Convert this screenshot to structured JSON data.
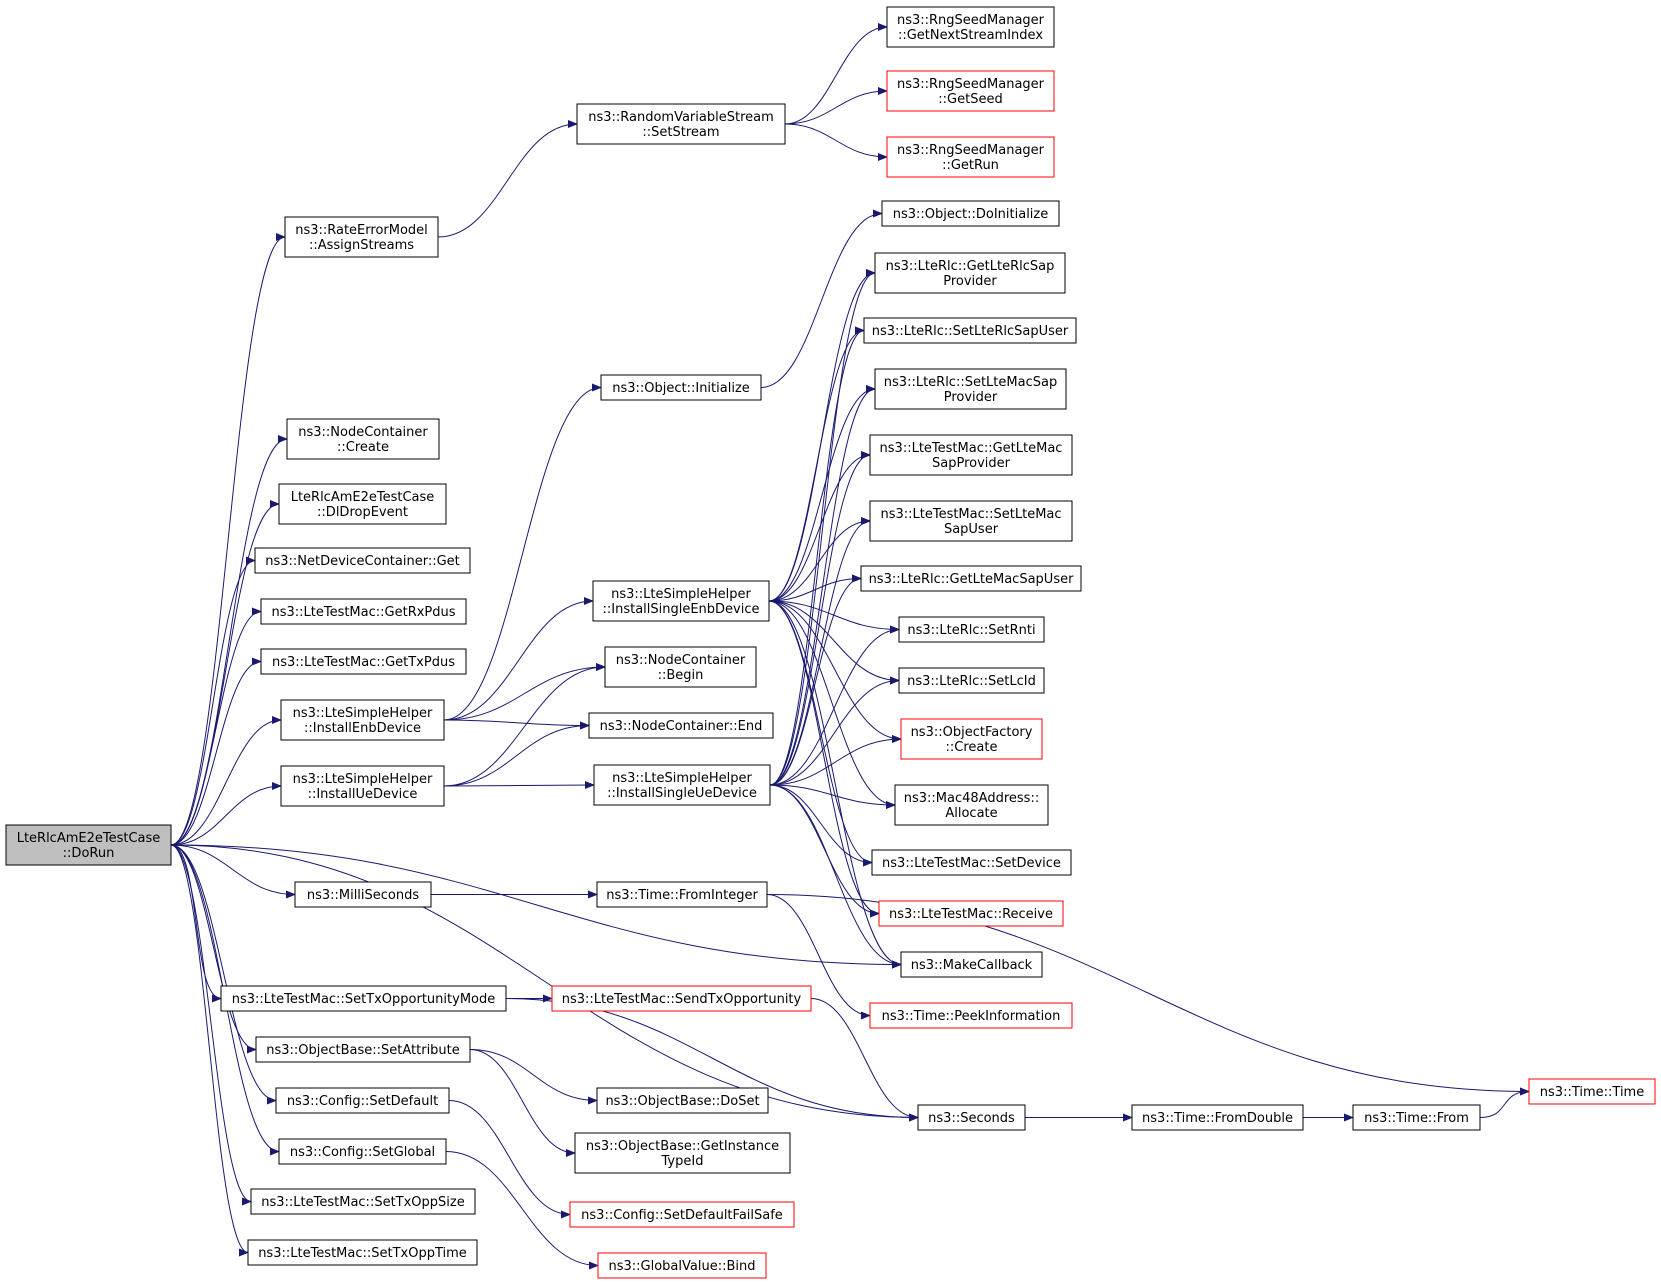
{
  "graph": {
    "edge_color": "#191970",
    "nodes": [
      {
        "id": "dorun",
        "lines": [
          "LteRlcAmE2eTestCase",
          "::DoRun"
        ],
        "style": "root"
      },
      {
        "id": "rem_assign",
        "lines": [
          "ns3::RateErrorModel",
          "::AssignStreams"
        ],
        "style": "normal"
      },
      {
        "id": "rvs_setstream",
        "lines": [
          "ns3::RandomVariableStream",
          "::SetStream"
        ],
        "style": "normal"
      },
      {
        "id": "rng_nextstream",
        "lines": [
          "ns3::RngSeedManager",
          "::GetNextStreamIndex"
        ],
        "style": "normal"
      },
      {
        "id": "rng_getseed",
        "lines": [
          "ns3::RngSeedManager",
          "::GetSeed"
        ],
        "style": "truncated"
      },
      {
        "id": "rng_getrun",
        "lines": [
          "ns3::RngSeedManager",
          "::GetRun"
        ],
        "style": "truncated"
      },
      {
        "id": "nc_create",
        "lines": [
          "ns3::NodeContainer",
          "::Create"
        ],
        "style": "normal"
      },
      {
        "id": "dldrop",
        "lines": [
          "LteRlcAmE2eTestCase",
          "::DlDropEvent"
        ],
        "style": "normal"
      },
      {
        "id": "ndc_get",
        "lines": [
          "ns3::NetDeviceContainer::Get"
        ],
        "style": "normal"
      },
      {
        "id": "getrxpdus",
        "lines": [
          "ns3::LteTestMac::GetRxPdus"
        ],
        "style": "normal"
      },
      {
        "id": "gettxpdus",
        "lines": [
          "ns3::LteTestMac::GetTxPdus"
        ],
        "style": "normal"
      },
      {
        "id": "install_enb",
        "lines": [
          "ns3::LteSimpleHelper",
          "::InstallEnbDevice"
        ],
        "style": "normal"
      },
      {
        "id": "install_ue",
        "lines": [
          "ns3::LteSimpleHelper",
          "::InstallUeDevice"
        ],
        "style": "normal"
      },
      {
        "id": "millis",
        "lines": [
          "ns3::MilliSeconds"
        ],
        "style": "normal"
      },
      {
        "id": "settxoppmode",
        "lines": [
          "ns3::LteTestMac::SetTxOpportunityMode"
        ],
        "style": "normal"
      },
      {
        "id": "setattr",
        "lines": [
          "ns3::ObjectBase::SetAttribute"
        ],
        "style": "normal"
      },
      {
        "id": "cfg_setdefault",
        "lines": [
          "ns3::Config::SetDefault"
        ],
        "style": "normal"
      },
      {
        "id": "cfg_setglobal",
        "lines": [
          "ns3::Config::SetGlobal"
        ],
        "style": "normal"
      },
      {
        "id": "settxoppsize",
        "lines": [
          "ns3::LteTestMac::SetTxOppSize"
        ],
        "style": "normal"
      },
      {
        "id": "settxopptime",
        "lines": [
          "ns3::LteTestMac::SetTxOppTime"
        ],
        "style": "normal"
      },
      {
        "id": "obj_init",
        "lines": [
          "ns3::Object::Initialize"
        ],
        "style": "normal"
      },
      {
        "id": "install_single_enb",
        "lines": [
          "ns3::LteSimpleHelper",
          "::InstallSingleEnbDevice"
        ],
        "style": "normal"
      },
      {
        "id": "nc_begin",
        "lines": [
          "ns3::NodeContainer",
          "::Begin"
        ],
        "style": "normal"
      },
      {
        "id": "nc_end",
        "lines": [
          "ns3::NodeContainer::End"
        ],
        "style": "normal"
      },
      {
        "id": "install_single_ue",
        "lines": [
          "ns3::LteSimpleHelper",
          "::InstallSingleUeDevice"
        ],
        "style": "normal"
      },
      {
        "id": "time_fromint",
        "lines": [
          "ns3::Time::FromInteger"
        ],
        "style": "normal"
      },
      {
        "id": "sendtxopp",
        "lines": [
          "ns3::LteTestMac::SendTxOpportunity"
        ],
        "style": "truncated"
      },
      {
        "id": "ob_doset",
        "lines": [
          "ns3::ObjectBase::DoSet"
        ],
        "style": "normal"
      },
      {
        "id": "ob_getinst",
        "lines": [
          "ns3::ObjectBase::GetInstance",
          "TypeId"
        ],
        "style": "normal"
      },
      {
        "id": "cfg_failsafe",
        "lines": [
          "ns3::Config::SetDefaultFailSafe"
        ],
        "style": "truncated"
      },
      {
        "id": "gv_bind",
        "lines": [
          "ns3::GlobalValue::Bind"
        ],
        "style": "truncated"
      },
      {
        "id": "obj_doinit",
        "lines": [
          "ns3::Object::DoInitialize"
        ],
        "style": "normal"
      },
      {
        "id": "getlterlcsap",
        "lines": [
          "ns3::LteRlc::GetLteRlcSap",
          "Provider"
        ],
        "style": "normal"
      },
      {
        "id": "setlterlcsapuser",
        "lines": [
          "ns3::LteRlc::SetLteRlcSapUser"
        ],
        "style": "normal"
      },
      {
        "id": "setltemacsap",
        "lines": [
          "ns3::LteRlc::SetLteMacSap",
          "Provider"
        ],
        "style": "normal"
      },
      {
        "id": "tm_getltemac",
        "lines": [
          "ns3::LteTestMac::GetLteMac",
          "SapProvider"
        ],
        "style": "normal"
      },
      {
        "id": "tm_setltemac",
        "lines": [
          "ns3::LteTestMac::SetLteMac",
          "SapUser"
        ],
        "style": "normal"
      },
      {
        "id": "getltemacsapuser",
        "lines": [
          "ns3::LteRlc::GetLteMacSapUser"
        ],
        "style": "normal"
      },
      {
        "id": "setrnti",
        "lines": [
          "ns3::LteRlc::SetRnti"
        ],
        "style": "normal"
      },
      {
        "id": "setlcid",
        "lines": [
          "ns3::LteRlc::SetLcId"
        ],
        "style": "normal"
      },
      {
        "id": "of_create",
        "lines": [
          "ns3::ObjectFactory",
          "::Create"
        ],
        "style": "truncated"
      },
      {
        "id": "mac48",
        "lines": [
          "ns3::Mac48Address::",
          "Allocate"
        ],
        "style": "normal"
      },
      {
        "id": "tm_setdevice",
        "lines": [
          "ns3::LteTestMac::SetDevice"
        ],
        "style": "normal"
      },
      {
        "id": "tm_receive",
        "lines": [
          "ns3::LteTestMac::Receive"
        ],
        "style": "truncated"
      },
      {
        "id": "makecallback",
        "lines": [
          "ns3::MakeCallback"
        ],
        "style": "normal"
      },
      {
        "id": "time_peek",
        "lines": [
          "ns3::Time::PeekInformation"
        ],
        "style": "truncated"
      },
      {
        "id": "seconds",
        "lines": [
          "ns3::Seconds"
        ],
        "style": "normal"
      },
      {
        "id": "time_fromdouble",
        "lines": [
          "ns3::Time::FromDouble"
        ],
        "style": "normal"
      },
      {
        "id": "time_from",
        "lines": [
          "ns3::Time::From"
        ],
        "style": "normal"
      },
      {
        "id": "time_time",
        "lines": [
          "ns3::Time::Time"
        ],
        "style": "truncated"
      }
    ],
    "edges": [
      [
        "dorun",
        "rem_assign"
      ],
      [
        "dorun",
        "nc_create"
      ],
      [
        "dorun",
        "dldrop"
      ],
      [
        "dorun",
        "ndc_get"
      ],
      [
        "dorun",
        "getrxpdus"
      ],
      [
        "dorun",
        "gettxpdus"
      ],
      [
        "dorun",
        "install_enb"
      ],
      [
        "dorun",
        "install_ue"
      ],
      [
        "dorun",
        "makecallback"
      ],
      [
        "dorun",
        "millis"
      ],
      [
        "dorun",
        "seconds"
      ],
      [
        "dorun",
        "settxoppmode"
      ],
      [
        "dorun",
        "setattr"
      ],
      [
        "dorun",
        "cfg_setdefault"
      ],
      [
        "dorun",
        "cfg_setglobal"
      ],
      [
        "dorun",
        "settxoppsize"
      ],
      [
        "dorun",
        "settxopptime"
      ],
      [
        "rem_assign",
        "rvs_setstream"
      ],
      [
        "rvs_setstream",
        "rng_nextstream"
      ],
      [
        "rvs_setstream",
        "rng_getseed"
      ],
      [
        "rvs_setstream",
        "rng_getrun"
      ],
      [
        "install_enb",
        "obj_init"
      ],
      [
        "install_enb",
        "install_single_enb"
      ],
      [
        "install_enb",
        "nc_begin"
      ],
      [
        "install_enb",
        "nc_end"
      ],
      [
        "install_ue",
        "nc_begin"
      ],
      [
        "install_ue",
        "nc_end"
      ],
      [
        "install_ue",
        "install_single_ue"
      ],
      [
        "obj_init",
        "obj_doinit"
      ],
      [
        "install_single_enb",
        "getlterlcsap"
      ],
      [
        "install_single_enb",
        "setlterlcsapuser"
      ],
      [
        "install_single_enb",
        "setltemacsap"
      ],
      [
        "install_single_enb",
        "tm_getltemac"
      ],
      [
        "install_single_enb",
        "tm_setltemac"
      ],
      [
        "install_single_enb",
        "getltemacsapuser"
      ],
      [
        "install_single_enb",
        "setrnti"
      ],
      [
        "install_single_enb",
        "setlcid"
      ],
      [
        "install_single_enb",
        "of_create"
      ],
      [
        "install_single_enb",
        "mac48"
      ],
      [
        "install_single_enb",
        "tm_setdevice"
      ],
      [
        "install_single_enb",
        "tm_receive"
      ],
      [
        "install_single_enb",
        "makecallback"
      ],
      [
        "install_single_ue",
        "getlterlcsap"
      ],
      [
        "install_single_ue",
        "setlterlcsapuser"
      ],
      [
        "install_single_ue",
        "setltemacsap"
      ],
      [
        "install_single_ue",
        "tm_getltemac"
      ],
      [
        "install_single_ue",
        "tm_setltemac"
      ],
      [
        "install_single_ue",
        "getltemacsapuser"
      ],
      [
        "install_single_ue",
        "setrnti"
      ],
      [
        "install_single_ue",
        "setlcid"
      ],
      [
        "install_single_ue",
        "of_create"
      ],
      [
        "install_single_ue",
        "mac48"
      ],
      [
        "install_single_ue",
        "tm_setdevice"
      ],
      [
        "install_single_ue",
        "tm_receive"
      ],
      [
        "install_single_ue",
        "makecallback"
      ],
      [
        "millis",
        "time_fromint"
      ],
      [
        "time_fromint",
        "time_peek"
      ],
      [
        "time_fromint",
        "time_time"
      ],
      [
        "settxoppmode",
        "sendtxopp"
      ],
      [
        "settxoppmode",
        "seconds"
      ],
      [
        "sendtxopp",
        "seconds"
      ],
      [
        "setattr",
        "ob_doset"
      ],
      [
        "setattr",
        "ob_getinst"
      ],
      [
        "cfg_setdefault",
        "cfg_failsafe"
      ],
      [
        "cfg_setglobal",
        "gv_bind"
      ],
      [
        "seconds",
        "time_fromdouble"
      ],
      [
        "time_fromdouble",
        "time_from"
      ],
      [
        "time_from",
        "time_time"
      ]
    ]
  }
}
